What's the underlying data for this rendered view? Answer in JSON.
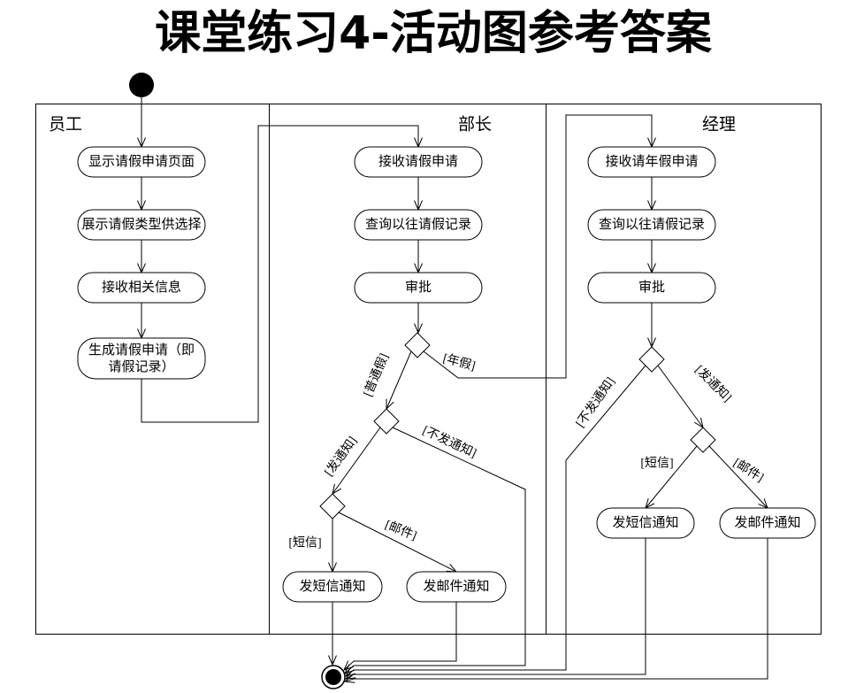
{
  "title": "课堂练习4-活动图参考答案",
  "lanes": {
    "employee": {
      "name": "员工",
      "actions": {
        "show_request_page": "显示请假申请页面",
        "show_leave_types": "展示请假类型供选择",
        "receive_info": "接收相关信息",
        "generate_request": [
          "生成请假申请（即",
          "请假记录）"
        ]
      }
    },
    "minister": {
      "name": "部长",
      "actions": {
        "receive_request": "接收请假申请",
        "query_history": "查询以往请假记录",
        "approve": "审批",
        "send_sms": "发短信通知",
        "send_email": "发邮件通知"
      },
      "guards": {
        "normal_leave": "[普通假]",
        "annual_leave": "[年假]",
        "notify": "[发通知]",
        "no_notify": "[不发通知]",
        "sms": "[短信]",
        "email": "[邮件]"
      }
    },
    "manager": {
      "name": "经理",
      "actions": {
        "receive_annual_request": "接收请年假申请",
        "query_history": "查询以往请假记录",
        "approve": "审批",
        "send_sms": "发短信通知",
        "send_email": "发邮件通知"
      },
      "guards": {
        "no_notify": "[不发通知]",
        "notify": "[发通知]",
        "sms": "[短信]",
        "email": "[邮件]"
      }
    }
  }
}
